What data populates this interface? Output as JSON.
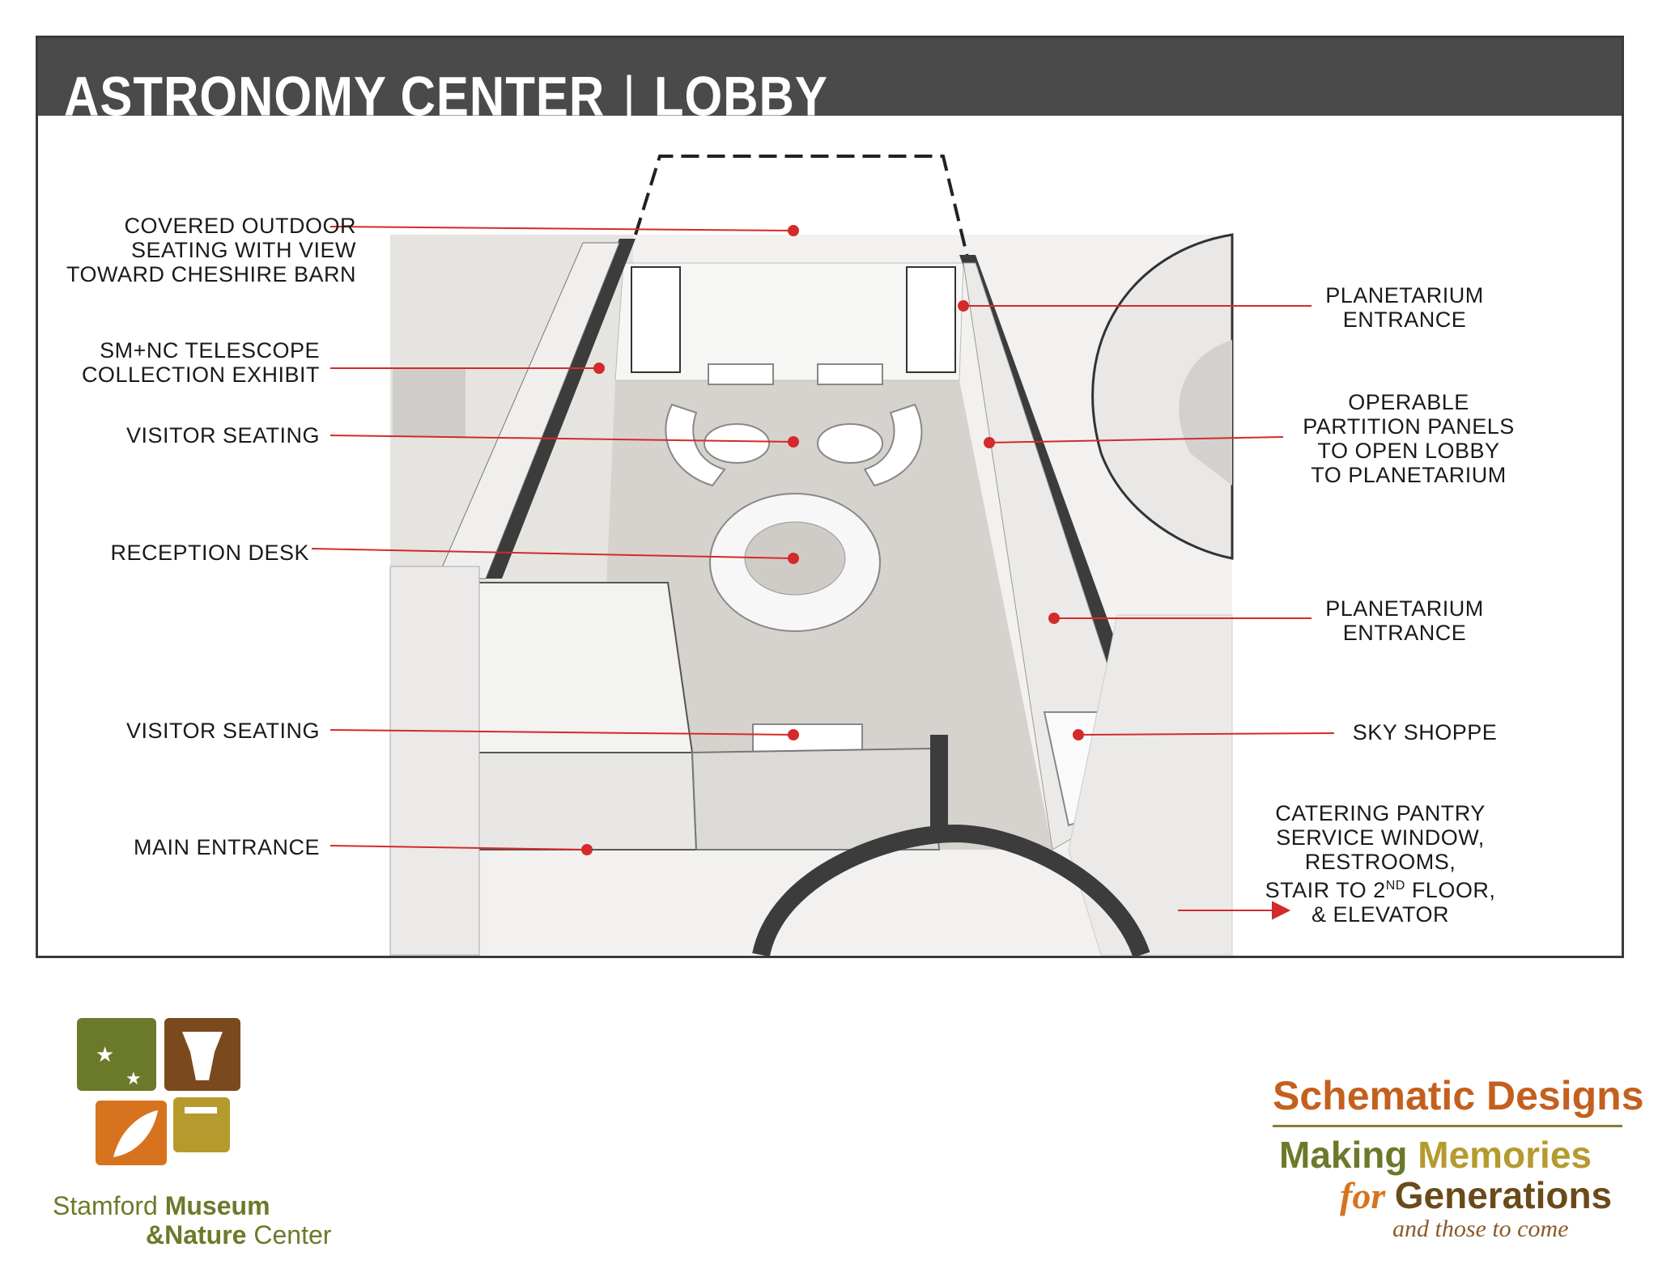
{
  "header": {
    "title_left": "ASTRONOMY CENTER",
    "separator": "|",
    "title_right": "LOBBY"
  },
  "labels_left": [
    "COVERED OUTDOOR\nSEATING WITH VIEW\nTOWARD CHESHIRE BARN",
    "SM+NC TELESCOPE\nCOLLECTION EXHIBIT",
    "VISITOR SEATING",
    "RECEPTION DESK",
    "VISITOR SEATING",
    "MAIN ENTRANCE"
  ],
  "labels_right": [
    "PLANETARIUM\nENTRANCE",
    "OPERABLE\nPARTITION PANELS\nTO OPEN LOBBY\nTO PLANETARIUM",
    "PLANETARIUM\nENTRANCE",
    "SKY SHOPPE"
  ],
  "catering_label": {
    "line1": "CATERING PANTRY",
    "line2": "SERVICE WINDOW,",
    "line3": "RESTROOMS,",
    "line4_a": "STAIR TO 2",
    "line4_sup": "ND",
    "line4_b": " FLOOR,",
    "line5": "& ELEVATOR"
  },
  "logo": {
    "name_regular_1": "Stamford ",
    "name_bold_1": "Museum",
    "name_bold_2": "&Nature",
    "name_regular_2": " Center"
  },
  "branding": {
    "title": "Schematic Designs",
    "tag_a": "Making ",
    "tag_b": "Memories",
    "tag_c": "for ",
    "tag_d": "Generations",
    "tagline": "and those to come"
  },
  "colors": {
    "header_bg": "#4a4a4a",
    "leader_line": "#d42a2a",
    "wall_dark": "#3c3c3c",
    "floor": "#d4d1cc",
    "logo_green": "#6b7a2a",
    "logo_brown": "#7a4a1e",
    "logo_orange": "#d7731e",
    "logo_gold": "#b59a2e"
  }
}
